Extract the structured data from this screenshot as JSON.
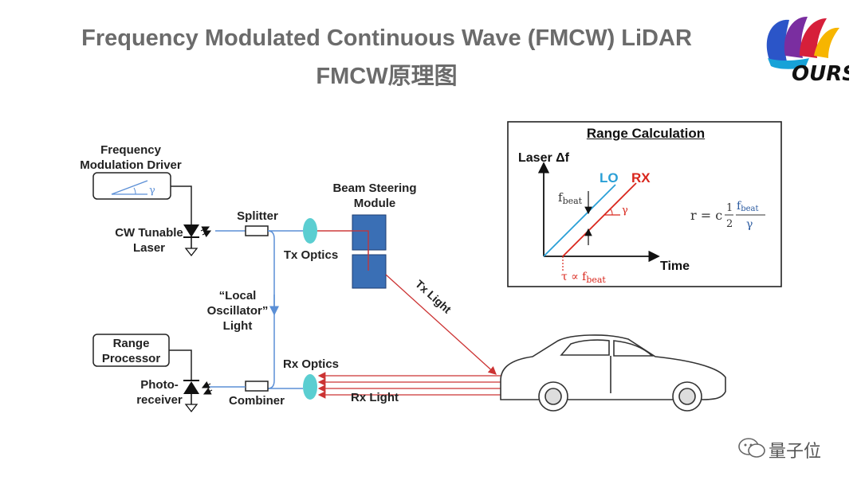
{
  "title": {
    "line1": "Frequency Modulated Continuous Wave (FMCW) LiDAR",
    "line2": "FMCW原理图"
  },
  "logo": {
    "text": "OURS"
  },
  "watermark": {
    "text": "量子位"
  },
  "blocks": {
    "fm_driver": "Frequency\nModulation Driver",
    "gamma": "γ",
    "laser": "CW Tunable\nLaser",
    "splitter": "Splitter",
    "beam_steering": "Beam Steering\nModule",
    "tx_optics": "Tx Optics",
    "local_osc": "“Local\nOscillator”\nLight",
    "range_processor": "Range\nProcessor",
    "photoreceiver": "Photo-\nreceiver",
    "combiner": "Combiner",
    "rx_optics": "Rx Optics",
    "rx_light": "Rx Light",
    "tx_light": "Tx Light"
  },
  "range_calc": {
    "title": "Range Calculation",
    "ylabel": "Laser Δf",
    "xlabel": "Time",
    "lo": "LO",
    "rx": "RX",
    "fbeat": "f",
    "fbeat_sub": "beat",
    "gamma": "γ",
    "tau": "τ ∝ f",
    "tau_sub": "beat",
    "formula_r": "r = c",
    "formula_num": "1",
    "formula_den": "2",
    "formula_fbeat": "f",
    "formula_fbeat_sub": "beat",
    "formula_gamma": "γ"
  },
  "colors": {
    "title": "#6b6b6b",
    "lo_line": "#2a9fd6",
    "rx_line": "#d9261c",
    "blue_path": "#5b8fd6",
    "red_path": "#cc3333",
    "module_fill": "#3a6fb5",
    "optics_fill": "#3ec6c9"
  }
}
